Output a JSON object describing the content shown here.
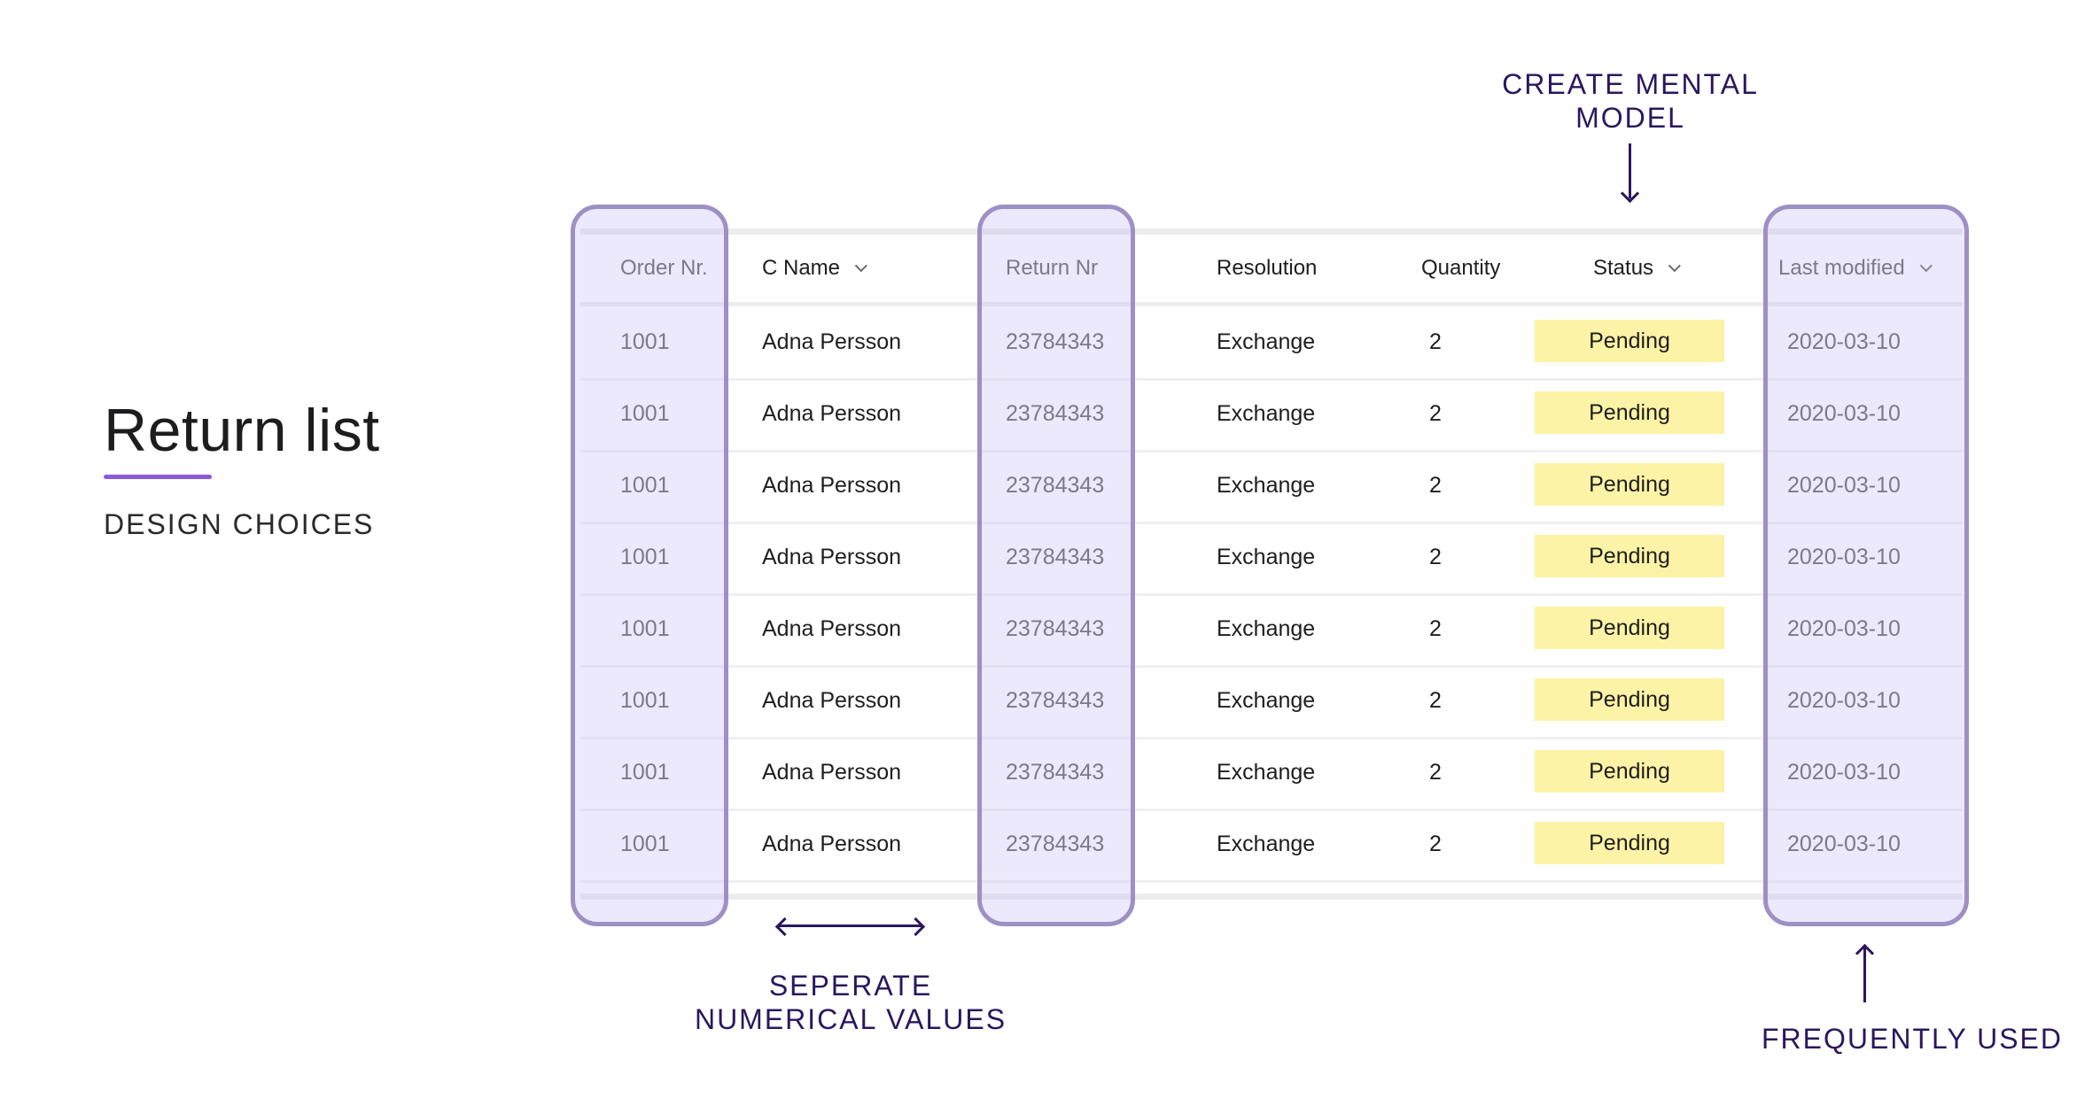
{
  "header": {
    "title": "Return list",
    "subtitle": "DESIGN CHOICES"
  },
  "table": {
    "columns": [
      {
        "label": "Order Nr.",
        "sortable": false
      },
      {
        "label": "C Name",
        "sortable": true
      },
      {
        "label": "Return Nr",
        "sortable": false
      },
      {
        "label": "Resolution",
        "sortable": false
      },
      {
        "label": "Quantity",
        "sortable": false
      },
      {
        "label": "Status",
        "sortable": true
      },
      {
        "label": "Last modified",
        "sortable": true
      }
    ],
    "rows": [
      {
        "order": "1001",
        "name": "Adna Persson",
        "return_nr": "23784343",
        "resolution": "Exchange",
        "quantity": "2",
        "status": "Pending",
        "modified": "2020-03-10"
      },
      {
        "order": "1001",
        "name": "Adna Persson",
        "return_nr": "23784343",
        "resolution": "Exchange",
        "quantity": "2",
        "status": "Pending",
        "modified": "2020-03-10"
      },
      {
        "order": "1001",
        "name": "Adna Persson",
        "return_nr": "23784343",
        "resolution": "Exchange",
        "quantity": "2",
        "status": "Pending",
        "modified": "2020-03-10"
      },
      {
        "order": "1001",
        "name": "Adna Persson",
        "return_nr": "23784343",
        "resolution": "Exchange",
        "quantity": "2",
        "status": "Pending",
        "modified": "2020-03-10"
      },
      {
        "order": "1001",
        "name": "Adna Persson",
        "return_nr": "23784343",
        "resolution": "Exchange",
        "quantity": "2",
        "status": "Pending",
        "modified": "2020-03-10"
      },
      {
        "order": "1001",
        "name": "Adna Persson",
        "return_nr": "23784343",
        "resolution": "Exchange",
        "quantity": "2",
        "status": "Pending",
        "modified": "2020-03-10"
      },
      {
        "order": "1001",
        "name": "Adna Persson",
        "return_nr": "23784343",
        "resolution": "Exchange",
        "quantity": "2",
        "status": "Pending",
        "modified": "2020-03-10"
      },
      {
        "order": "1001",
        "name": "Adna Persson",
        "return_nr": "23784343",
        "resolution": "Exchange",
        "quantity": "2",
        "status": "Pending",
        "modified": "2020-03-10"
      }
    ]
  },
  "annotations": {
    "mental_model": [
      "CREATE MENTAL",
      "MODEL"
    ],
    "separate_values": [
      "SEPERATE",
      "NUMERICAL VALUES"
    ],
    "frequently_used": "FREQUENTLY USED"
  },
  "colors": {
    "accent": "#8a5ad8",
    "highlight_border": "#9e8fc4",
    "highlight_fill": "#c7baf6",
    "annotation": "#2b175e",
    "status_pending": "#fdf3a6"
  },
  "icons": {
    "sort": "chevron-down-icon"
  }
}
